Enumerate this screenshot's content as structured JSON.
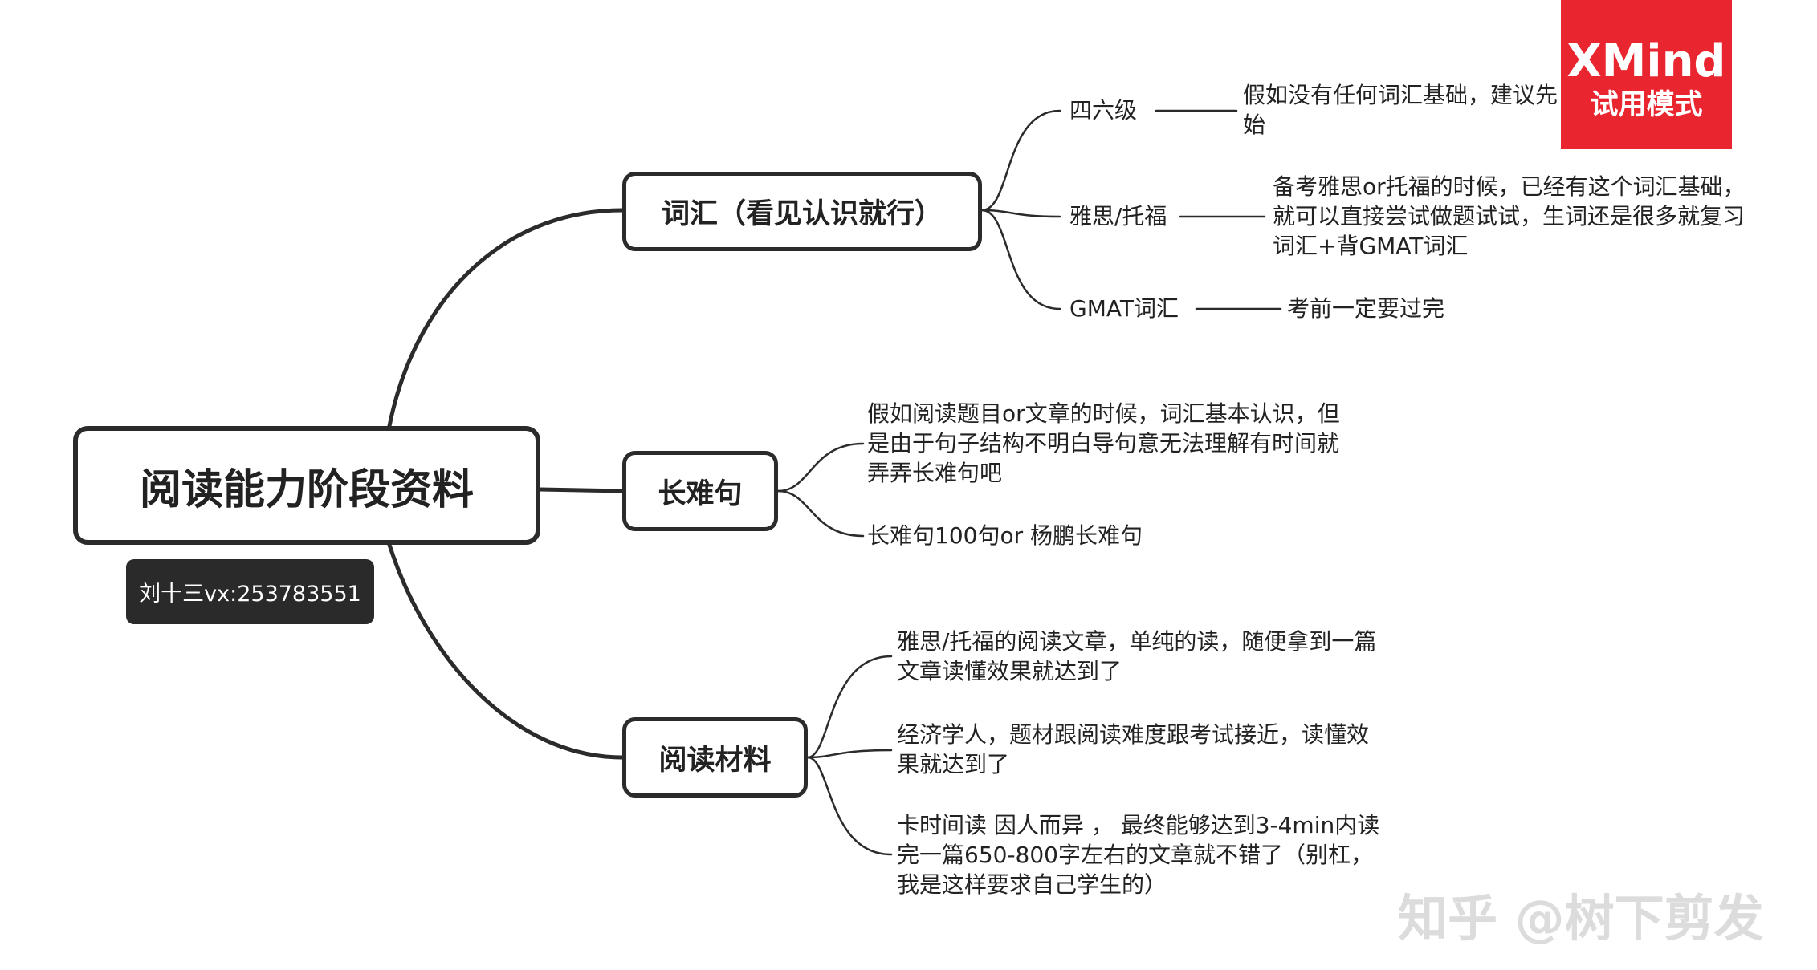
{
  "central": {
    "title": "阅读能力阶段资料",
    "author_tag": "刘十三vx:253783551"
  },
  "branches": [
    {
      "label": "词汇（看见认识就行）",
      "items": [
        {
          "topic": "四六级",
          "detail": [
            "假如没有任何词汇基础，建议先",
            "始"
          ]
        },
        {
          "topic": "雅思/托福",
          "detail": [
            "备考雅思or托福的时候，已经有这个词汇基础，",
            "就可以直接尝试做题试试，生词还是很多就复习",
            "词汇+背GMAT词汇"
          ]
        },
        {
          "topic": "GMAT词汇",
          "detail": [
            "考前一定要过完"
          ]
        }
      ]
    },
    {
      "label": "长难句",
      "items": [
        {
          "text": [
            "假如阅读题目or文章的时候，词汇基本认识，但",
            "是由于句子结构不明白导句意无法理解有时间就",
            "弄弄长难句吧"
          ]
        },
        {
          "text": [
            "长难句100句or 杨鹏长难句"
          ]
        }
      ]
    },
    {
      "label": "阅读材料",
      "items": [
        {
          "text": [
            "雅思/托福的阅读文章，单纯的读，随便拿到一篇",
            "文章读懂效果就达到了"
          ]
        },
        {
          "text": [
            "经济学人，题材跟阅读难度跟考试接近，读懂效",
            "果就达到了"
          ]
        },
        {
          "text": [
            "卡时间读 因人而异 ， 最终能够达到3-4min内读",
            "完一篇650-800字左右的文章就不错了（别杠，",
            "我是这样要求自己学生的）"
          ]
        }
      ]
    }
  ],
  "badge": {
    "brand": "XMind",
    "mode": "试用模式",
    "color": "#e9252f"
  },
  "watermark": "知乎 @树下剪发",
  "colors": {
    "line": "#2b2b2b",
    "text": "#222222"
  }
}
